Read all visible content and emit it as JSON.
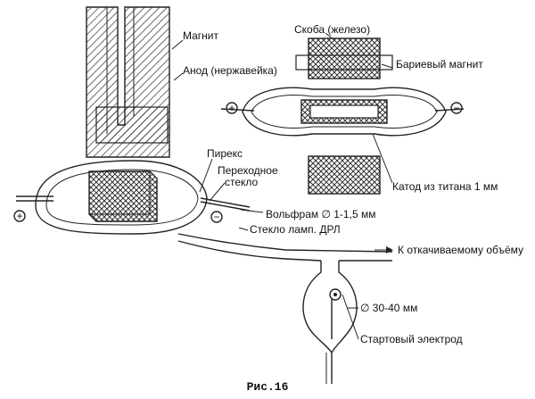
{
  "figure": {
    "caption": "Рис.16",
    "labels": {
      "magnet": "Магнит",
      "anode": "Анод (нержавейка)",
      "bracket": "Скоба (железо)",
      "barium_magnet": "Бариевый магнит",
      "titanium_cathode": "Катод из титана 1 мм",
      "pyrex": "Пирекс",
      "transition_glass_1": "Переходное",
      "transition_glass_2": "стекло",
      "tungsten": "Вольфрам ∅ 1-1,5 мм",
      "drl_glass": "Стекло ламп. ДРЛ",
      "to_pumped_volume": "К откачиваемому объёму",
      "diameter": "∅ 30-40 мм",
      "starter_electrode": "Стартовый электрод"
    },
    "polarity": {
      "plus": "+",
      "minus": "−"
    }
  }
}
